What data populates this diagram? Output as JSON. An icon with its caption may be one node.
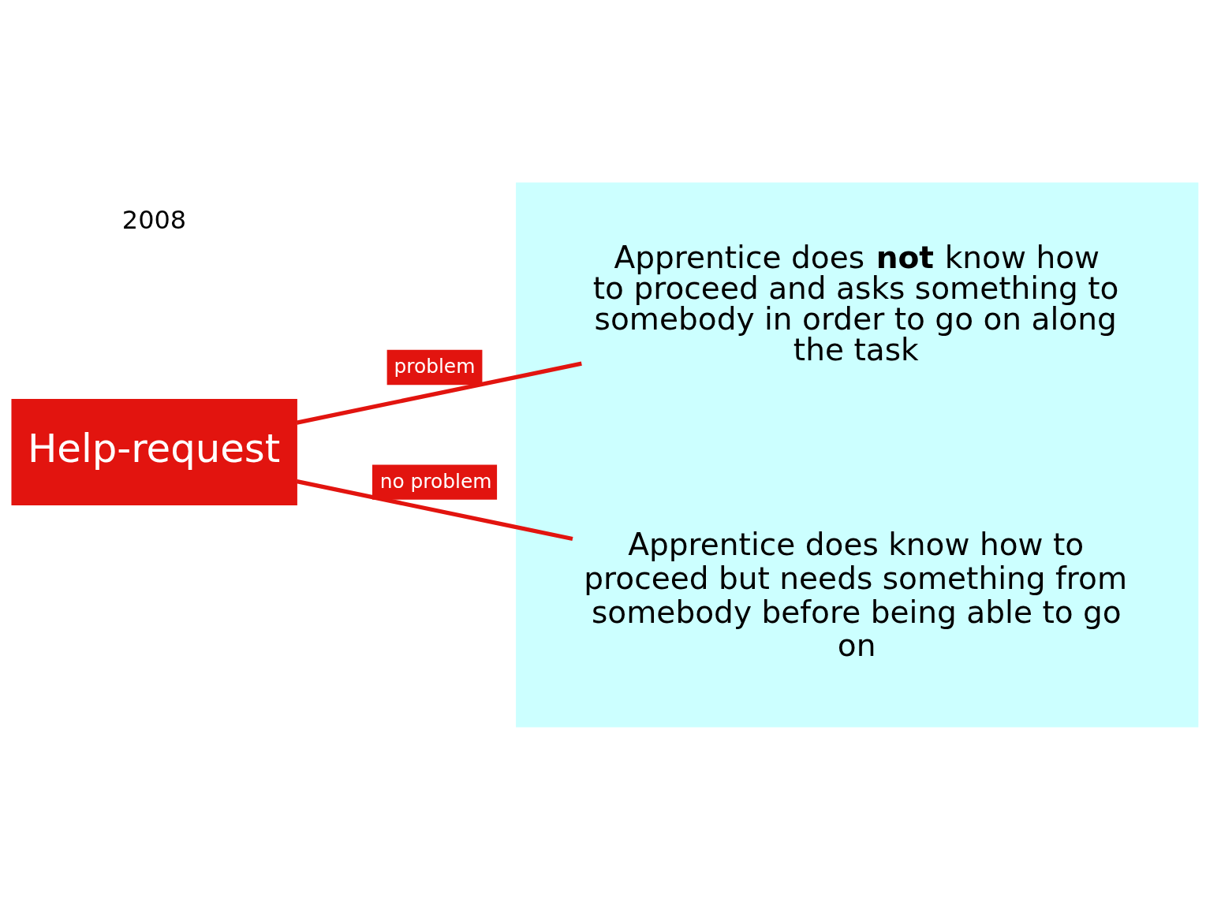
{
  "diagram": {
    "nodes": [
      {
        "text": [
          "Help-request"
        ]
      },
      {
        "text": [],
        "shape": "box"
      },
      {
        "text": [
          "Apprentice does **not** know how to proceed and asks something to somebody in order to go on along the task"
        ],
        "in": 1
      },
      {
        "text": [
          "Apprentice does know how to proceed but needs something from somebody before being able to go on"
        ],
        "in": 1
      }
    ],
    "edges": [
      {
        "from": 0,
        "to": 2,
        "arrow": "none",
        "label": "problem"
      },
      {
        "from": 0,
        "to": 3,
        "arrow": "none",
        "label": "no problem"
      }
    ],
    "labels": [
      "2008"
    ]
  }
}
